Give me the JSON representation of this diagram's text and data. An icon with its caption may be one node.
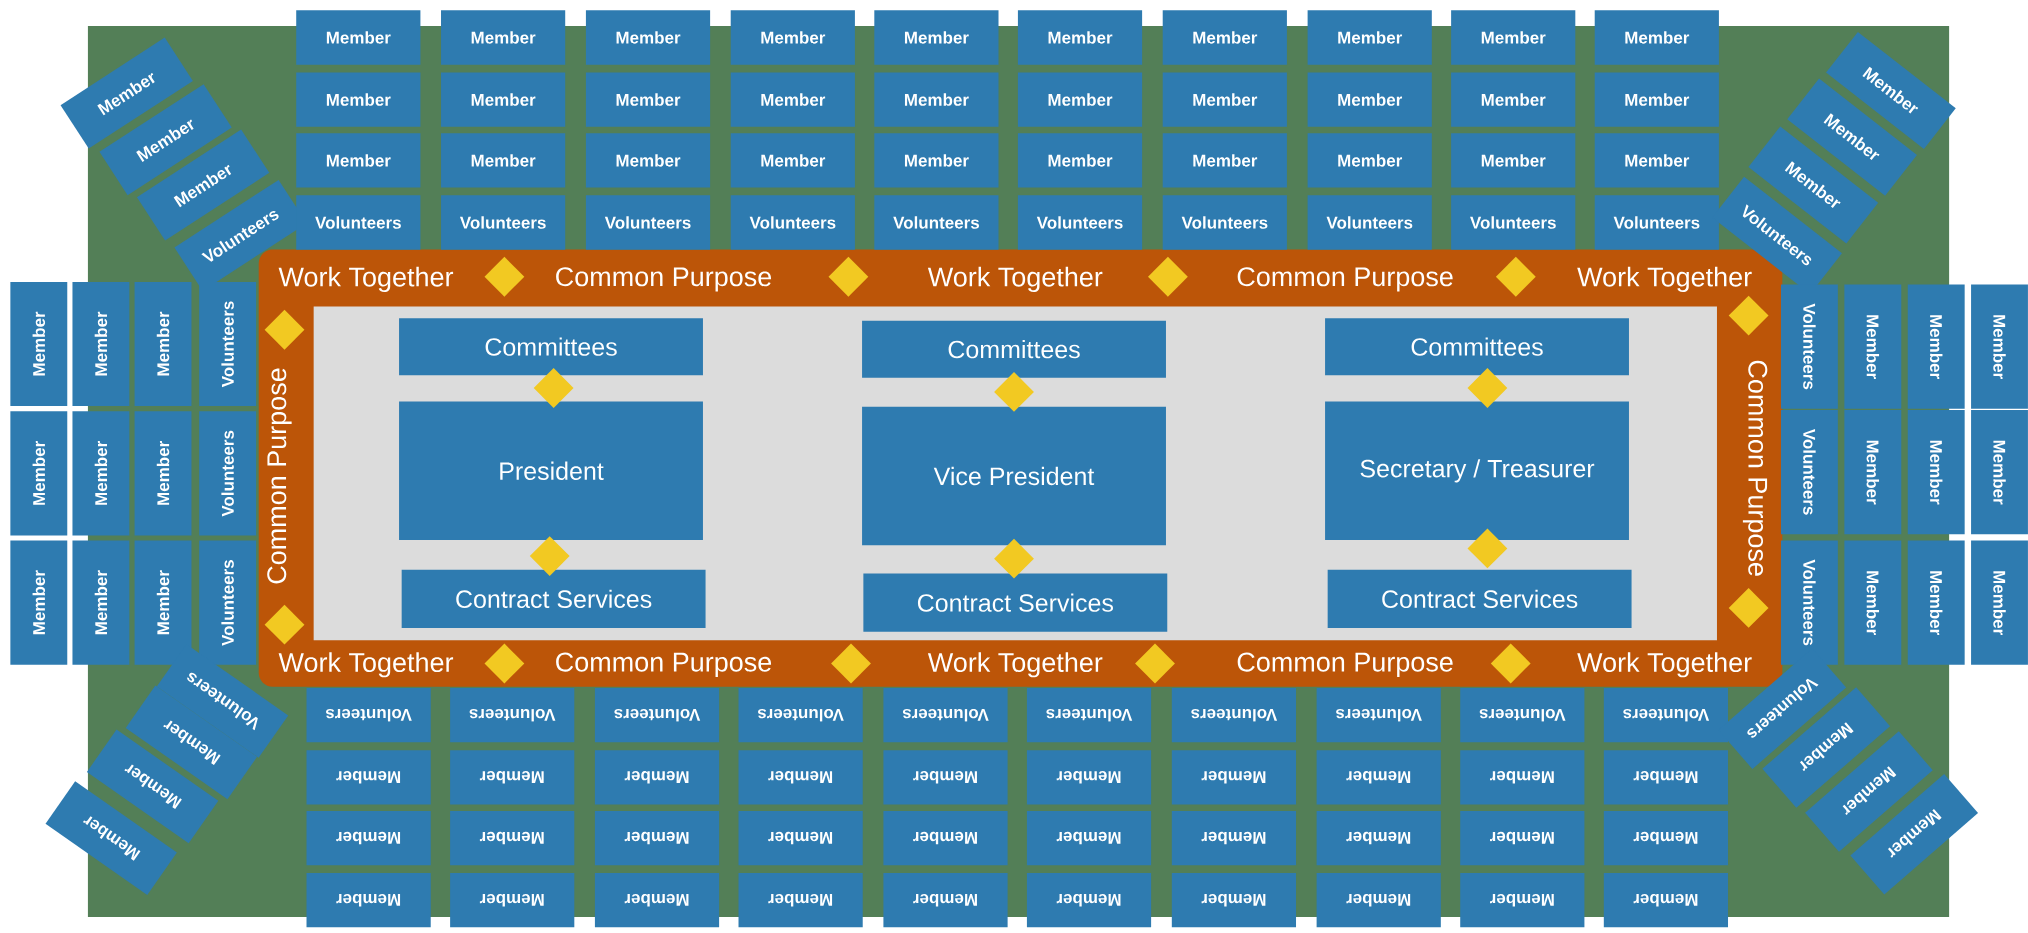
{
  "diagram": {
    "nodes": [
      {
        "text": [
          "Member"
        ]
      },
      {
        "text": [
          "Member"
        ]
      },
      {
        "text": [
          "Member"
        ]
      },
      {
        "text": [
          "Volunteers"
        ]
      },
      {
        "text": [
          "Member"
        ]
      },
      {
        "text": [
          "Member"
        ]
      },
      {
        "text": [
          "Member"
        ]
      },
      {
        "text": [
          "Member"
        ]
      },
      {
        "text": [
          "Member"
        ]
      },
      {
        "text": [
          "Member"
        ]
      },
      {
        "text": [
          "Member"
        ]
      },
      {
        "text": [
          "Member"
        ]
      },
      {
        "text": [
          "Member"
        ]
      },
      {
        "text": [
          "Member"
        ]
      },
      {
        "text": [
          "Member"
        ]
      },
      {
        "text": [
          "Member"
        ]
      },
      {
        "text": [
          "Member"
        ]
      },
      {
        "text": [
          "Member"
        ]
      },
      {
        "text": [
          "Member"
        ]
      },
      {
        "text": [
          "Member"
        ]
      },
      {
        "text": [
          "Member"
        ]
      },
      {
        "text": [
          "Member"
        ]
      },
      {
        "text": [
          "Member"
        ]
      },
      {
        "text": [
          "Member"
        ]
      },
      {
        "text": [
          "Member"
        ]
      },
      {
        "text": [
          "Member"
        ]
      },
      {
        "text": [
          "Member"
        ]
      },
      {
        "text": [
          "Member"
        ]
      },
      {
        "text": [
          "Member"
        ]
      },
      {
        "text": [
          "Member"
        ]
      },
      {
        "text": [
          "Member"
        ]
      },
      {
        "text": [
          "Member"
        ]
      },
      {
        "text": [
          "Member"
        ]
      },
      {
        "text": [
          "Member"
        ]
      },
      {
        "text": [
          "Volunteers"
        ]
      },
      {
        "text": [
          "Volunteers"
        ]
      },
      {
        "text": [
          "Volunteers"
        ]
      },
      {
        "text": [
          "Volunteers"
        ]
      },
      {
        "text": [
          "Volunteers"
        ]
      },
      {
        "text": [
          "Volunteers"
        ]
      },
      {
        "text": [
          "Volunteers"
        ]
      },
      {
        "text": [
          "Volunteers"
        ]
      },
      {
        "text": [
          "Volunteers"
        ]
      },
      {
        "text": [
          "Volunteers"
        ]
      },
      {
        "text": [
          "Member"
        ]
      },
      {
        "text": [
          "Member"
        ]
      },
      {
        "text": [
          "Member"
        ]
      },
      {
        "text": [
          "Volunteers"
        ]
      },
      {
        "text": [
          "Member"
        ]
      },
      {
        "text": [
          "Member"
        ]
      },
      {
        "text": [
          "Member"
        ]
      },
      {
        "text": [
          "Volunteers"
        ]
      },
      {
        "text": [
          "Member"
        ]
      },
      {
        "text": [
          "Member"
        ]
      },
      {
        "text": [
          "Member"
        ]
      },
      {
        "text": [
          "Volunteers"
        ]
      },
      {
        "text": [
          "Member"
        ]
      },
      {
        "text": [
          "Member"
        ]
      },
      {
        "text": [
          "Member"
        ]
      },
      {
        "text": [
          "Volunteers"
        ]
      },
      {
        "text": [
          "Work Together",
          "Common Purpose",
          "Work Together",
          "Common Purpose",
          "Work Together",
          "Common Purpose",
          "Work Together",
          "Common Purpose",
          "Work Together",
          "Common Purpose",
          "Work Together",
          "Common Purpose"
        ]
      },
      {
        "text": [],
        "shape": "box",
        "in": 60
      },
      {
        "text": [
          "Committees"
        ],
        "in": 61
      },
      {
        "text": [
          "Committees"
        ],
        "in": 61
      },
      {
        "text": [
          "Committees"
        ],
        "in": 61
      },
      {
        "text": [
          "President"
        ],
        "in": 61
      },
      {
        "text": [
          "Vice President"
        ],
        "in": 61
      },
      {
        "text": [
          "Secretary / Treasurer"
        ],
        "in": 61
      },
      {
        "text": [
          "Contract Services"
        ],
        "in": 61
      },
      {
        "text": [
          "Contract Services"
        ],
        "in": 61
      },
      {
        "text": [
          "Contract Services"
        ],
        "in": 61
      },
      {
        "text": [
          "Volunteers"
        ]
      },
      {
        "text": [
          "Member"
        ]
      },
      {
        "text": [
          "Member"
        ]
      },
      {
        "text": [
          "Member"
        ]
      },
      {
        "text": [
          "Volunteers"
        ]
      },
      {
        "text": [
          "Member"
        ]
      },
      {
        "text": [
          "Member"
        ]
      },
      {
        "text": [
          "Member"
        ]
      },
      {
        "text": [
          "Volunteers"
        ]
      },
      {
        "text": [
          "Member"
        ]
      },
      {
        "text": [
          "Member"
        ]
      },
      {
        "text": [
          "Member"
        ]
      },
      {
        "text": [
          "Volunteers"
        ]
      },
      {
        "text": [
          "Member"
        ]
      },
      {
        "text": [
          "Member"
        ]
      },
      {
        "text": [
          "Member"
        ]
      },
      {
        "text": [
          "Volunteers"
        ]
      },
      {
        "text": [
          "Volunteers"
        ]
      },
      {
        "text": [
          "Volunteers"
        ]
      },
      {
        "text": [
          "Volunteers"
        ]
      },
      {
        "text": [
          "Volunteers"
        ]
      },
      {
        "text": [
          "Volunteers"
        ]
      },
      {
        "text": [
          "Volunteers"
        ]
      },
      {
        "text": [
          "Volunteers"
        ]
      },
      {
        "text": [
          "Volunteers"
        ]
      },
      {
        "text": [
          "Volunteers"
        ]
      },
      {
        "text": [
          "Member"
        ]
      },
      {
        "text": [
          "Member"
        ]
      },
      {
        "text": [
          "Member"
        ]
      },
      {
        "text": [
          "Member"
        ]
      },
      {
        "text": [
          "Member"
        ]
      },
      {
        "text": [
          "Member"
        ]
      },
      {
        "text": [
          "Member"
        ]
      },
      {
        "text": [
          "Member"
        ]
      },
      {
        "text": [
          "Member"
        ]
      },
      {
        "text": [
          "Member"
        ]
      },
      {
        "text": [
          "Member"
        ]
      },
      {
        "text": [
          "Member"
        ]
      },
      {
        "text": [
          "Member"
        ]
      },
      {
        "text": [
          "Member"
        ]
      },
      {
        "text": [
          "Member"
        ]
      },
      {
        "text": [
          "Member"
        ]
      },
      {
        "text": [
          "Member"
        ]
      },
      {
        "text": [
          "Member"
        ]
      },
      {
        "text": [
          "Member"
        ]
      },
      {
        "text": [
          "Member"
        ]
      },
      {
        "text": [
          "Member"
        ]
      },
      {
        "text": [
          "Member"
        ]
      },
      {
        "text": [
          "Member"
        ]
      },
      {
        "text": [
          "Member"
        ]
      },
      {
        "text": [
          "Member"
        ]
      },
      {
        "text": [
          "Member"
        ]
      },
      {
        "text": [
          "Member"
        ]
      },
      {
        "text": [
          "Member"
        ]
      },
      {
        "text": [
          "Member"
        ]
      },
      {
        "text": [
          "Member"
        ]
      },
      {
        "text": [
          "Volunteers"
        ]
      },
      {
        "text": [
          "Member"
        ]
      },
      {
        "text": [
          "Member"
        ]
      },
      {
        "text": [
          "Member"
        ]
      }
    ]
  }
}
